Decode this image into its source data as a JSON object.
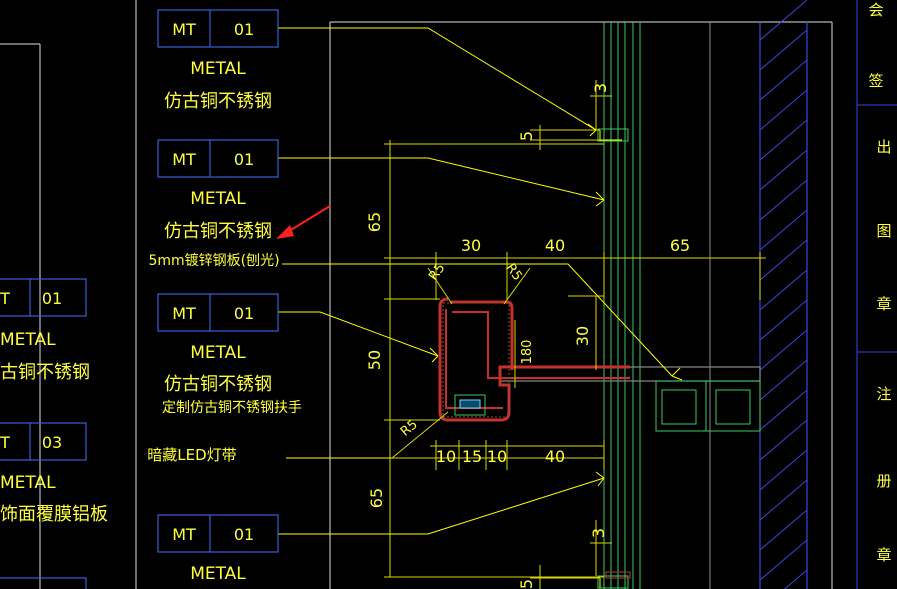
{
  "tags": [
    {
      "code": "MT",
      "num": "01",
      "material": "METAL",
      "desc": "仿古铜不锈钢"
    },
    {
      "code": "MT",
      "num": "01",
      "material": "METAL",
      "desc": "仿古铜不锈钢"
    },
    {
      "code": "MT",
      "num": "01",
      "material": "METAL",
      "desc": "仿古铜不锈钢"
    },
    {
      "code": "MT",
      "num": "01",
      "material": "METAL",
      "desc": ""
    }
  ],
  "left_tags": [
    {
      "code": "T",
      "num": "01",
      "material": "METAL",
      "desc": "古铜不锈钢"
    },
    {
      "code": "T",
      "num": "03",
      "material": "METAL",
      "desc": "饰面覆膜铝板"
    }
  ],
  "notes": {
    "plate": "5mm镀锌钢板(刨光)",
    "handrail": "定制仿古铜不锈钢扶手",
    "led": "暗藏LED灯带"
  },
  "dims": {
    "d3_top": "3",
    "d5_top": "5",
    "d65_top": "65",
    "d30": "30",
    "d40_top": "40",
    "d65_right": "65",
    "d_r_a": "R5",
    "d_r_b": "R5",
    "d50": "50",
    "d30_right": "30",
    "d180": "180",
    "d_r_c": "R5",
    "d10_a": "10",
    "d15": "15",
    "d10_b": "10",
    "d40_bottom": "40",
    "d65_bottom": "65",
    "d3_bottom": "3",
    "d5_bottom": "5"
  },
  "title_block": [
    "会",
    "签",
    "出",
    "图",
    "章",
    "注",
    "册",
    "章"
  ],
  "colors": {
    "background": "#000000",
    "tag_box": "#3a5fd8",
    "text_yellow": "#ffff40",
    "leader": "#ffff00",
    "dim_line": "#d8d800",
    "wall_green": "#3cc860",
    "hatch_blue": "#3a46d8",
    "section_red": "#c83030",
    "annotation_arrow": "#ff2020"
  }
}
